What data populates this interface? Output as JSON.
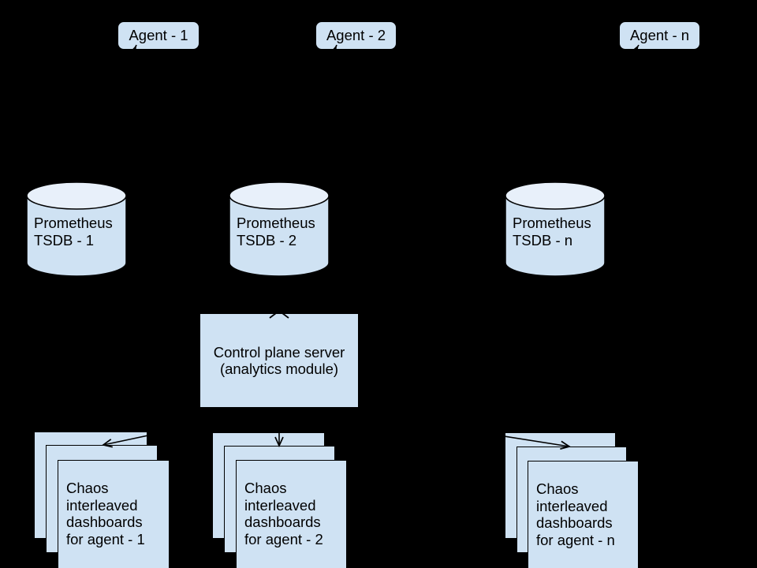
{
  "diagram": {
    "colors": {
      "background": "#000000",
      "shape_fill": "#cfe2f3",
      "cylinder_top_fill": "#e8f0fa",
      "stroke": "#000000",
      "text": "#000000"
    },
    "agents": [
      {
        "label": "Agent - 1"
      },
      {
        "label": "Agent - 2"
      },
      {
        "label": "Agent - n"
      }
    ],
    "tsdbs": [
      {
        "label": "Prometheus\nTSDB - 1"
      },
      {
        "label": "Prometheus\nTSDB - 2"
      },
      {
        "label": "Prometheus\nTSDB - n"
      }
    ],
    "control_plane": {
      "label": "Control plane server\n(analytics module)"
    },
    "dashboard_stacks": [
      {
        "label": "Chaos\ninterleaved\ndashboards\nfor agent - 1"
      },
      {
        "label": "Chaos\ninterleaved\ndashboards\nfor agent - 2"
      },
      {
        "label": "Chaos\ninterleaved\ndashboards\nfor agent - n"
      }
    ],
    "arrows": [
      {
        "from": "prometheus-tsdb-1",
        "to": "agent-1"
      },
      {
        "from": "prometheus-tsdb-2",
        "to": "agent-2"
      },
      {
        "from": "prometheus-tsdb-n",
        "to": "agent-n"
      },
      {
        "from": "control-plane-server",
        "to": "prometheus-tsdb-2"
      },
      {
        "from": "control-plane-server",
        "to": "dashboards-agent-1"
      },
      {
        "from": "control-plane-server",
        "to": "dashboards-agent-2"
      },
      {
        "from": "control-plane-server",
        "to": "dashboards-agent-n"
      }
    ]
  }
}
